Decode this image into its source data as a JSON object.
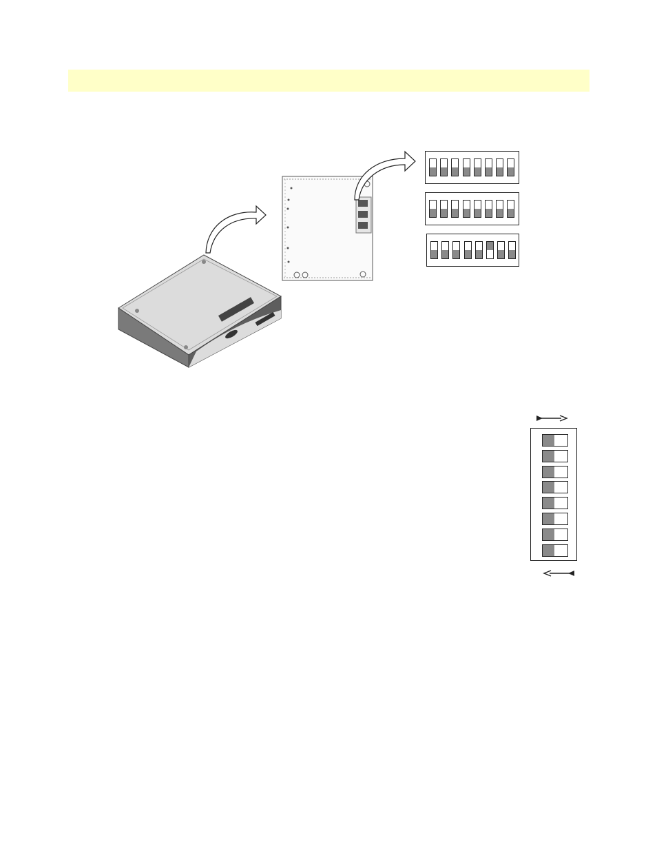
{
  "colors": {
    "highlight": "#ffffc8",
    "device_top": "#d9d9d9",
    "device_side": "#6e6e6e",
    "switch_knob": "#8a8a8a",
    "outline": "#222222"
  },
  "switch_banks": [
    {
      "positions": [
        "down",
        "down",
        "down",
        "down",
        "down",
        "down",
        "down",
        "down"
      ]
    },
    {
      "positions": [
        "down",
        "down",
        "down",
        "down",
        "down",
        "down",
        "down",
        "down"
      ]
    },
    {
      "positions": [
        "down",
        "down",
        "down",
        "down",
        "down",
        "up",
        "down",
        "down"
      ]
    }
  ],
  "detail_switch": {
    "positions": [
      "left",
      "left",
      "left",
      "left",
      "left",
      "left",
      "left",
      "left"
    ]
  },
  "icons": {
    "curved_arrow": "curved-arrow-icon",
    "right_arrow": "arrow-right-icon",
    "left_arrow": "arrow-left-icon"
  }
}
